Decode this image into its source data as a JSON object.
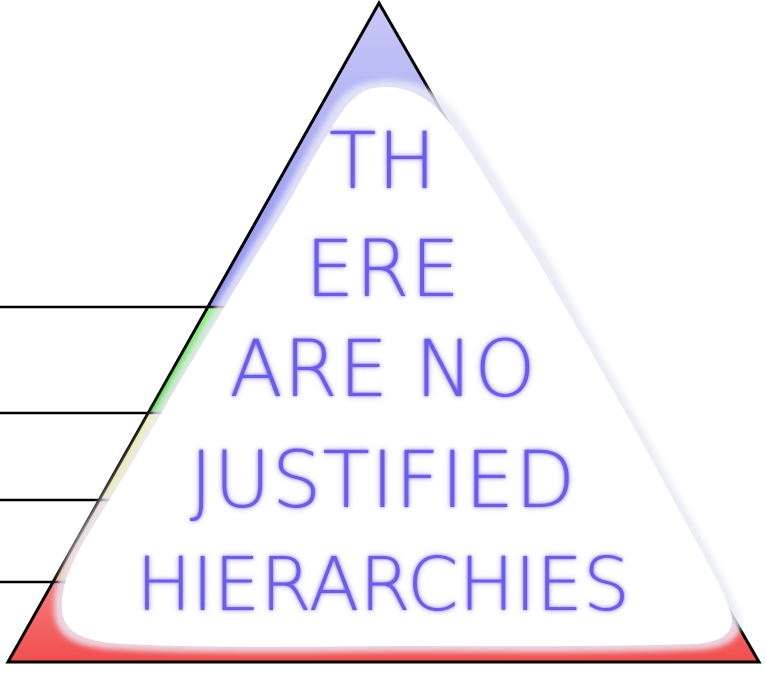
{
  "slogan": {
    "lines": [
      "TH",
      "ERE",
      "ARE NO",
      "JUSTIFIED",
      "HIERARCHIES"
    ],
    "color": "#6a5cf0"
  },
  "pyramid": {
    "tier_colors": [
      "#8c8ff0",
      "#5fe04a",
      "#f2ef5a",
      "#f5a86a",
      "#f45a5a"
    ],
    "outline_color": "#000000",
    "overlay_color": "#ffffff"
  }
}
